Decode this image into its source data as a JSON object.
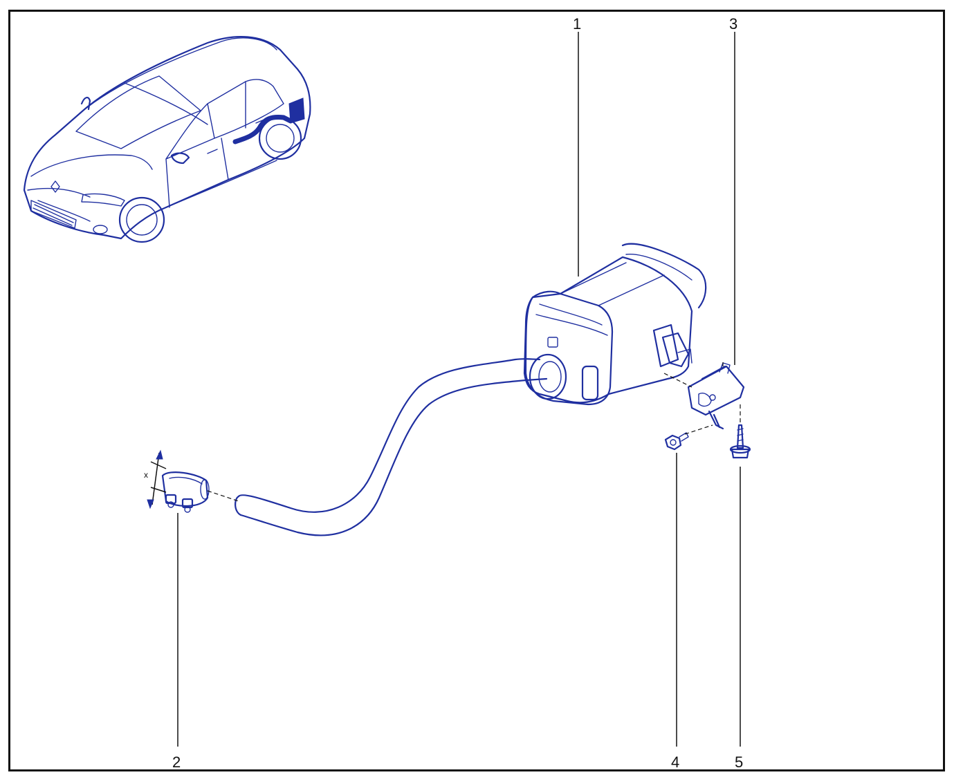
{
  "callouts": {
    "c1": "1",
    "c2": "2",
    "c3": "3",
    "c4": "4",
    "c5": "5"
  },
  "dimension_label": "x",
  "colors": {
    "ink": "#1f2fa0",
    "frame": "#111111",
    "background": "#ffffff"
  }
}
